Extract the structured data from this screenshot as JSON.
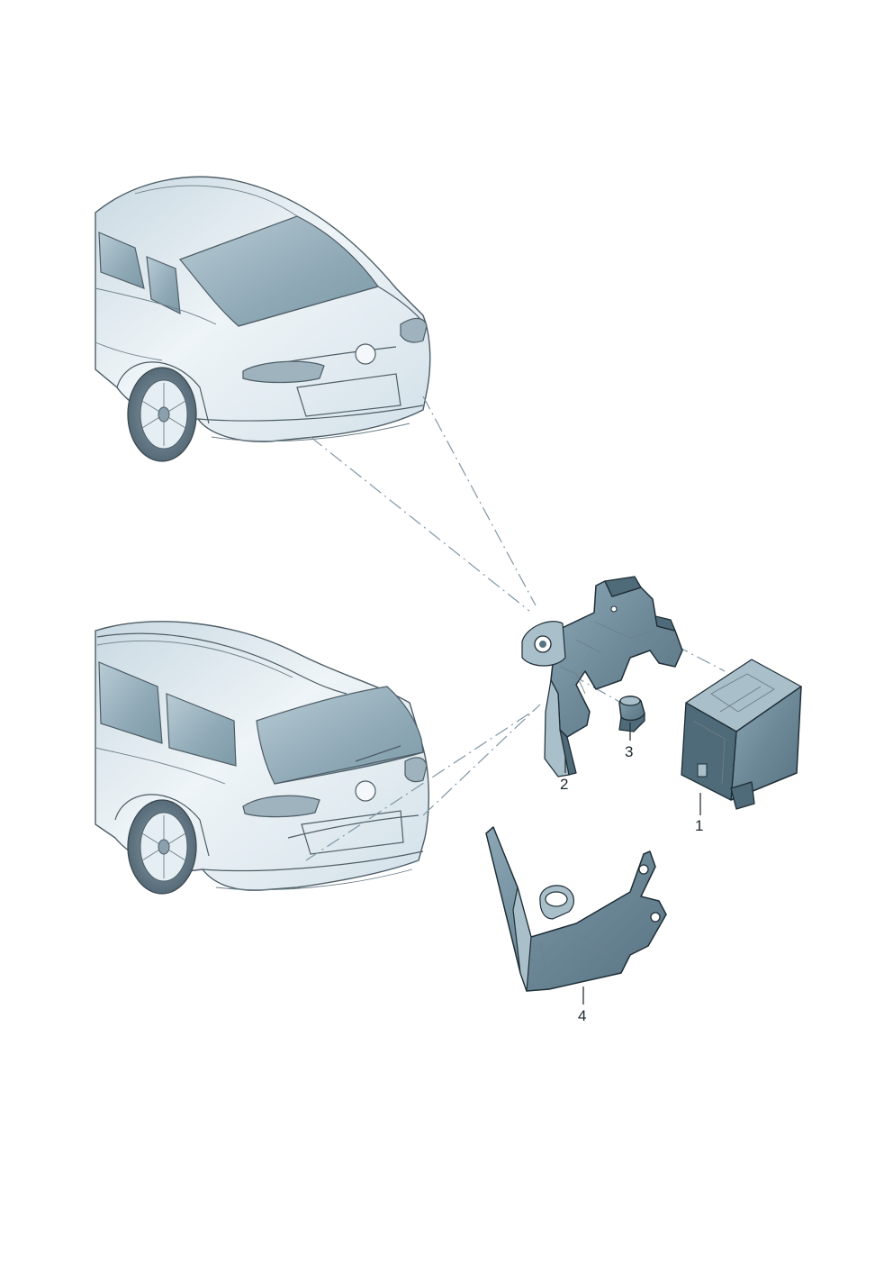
{
  "callouts": [
    {
      "id": "1",
      "label": "1"
    },
    {
      "id": "2",
      "label": "2"
    },
    {
      "id": "3",
      "label": "3"
    },
    {
      "id": "4",
      "label": "4"
    }
  ],
  "colors": {
    "car_body": "#dfeaf0",
    "glass": "#9fb6c2",
    "part_fill": "#7793a2",
    "dash_dot_lines": "#7f97a5",
    "text": "#1b2a30"
  },
  "icons": [
    "sedan-rear-view",
    "estate-rear-view",
    "bracket-part",
    "nut-part",
    "control-unit-part",
    "mounting-plate-part"
  ]
}
